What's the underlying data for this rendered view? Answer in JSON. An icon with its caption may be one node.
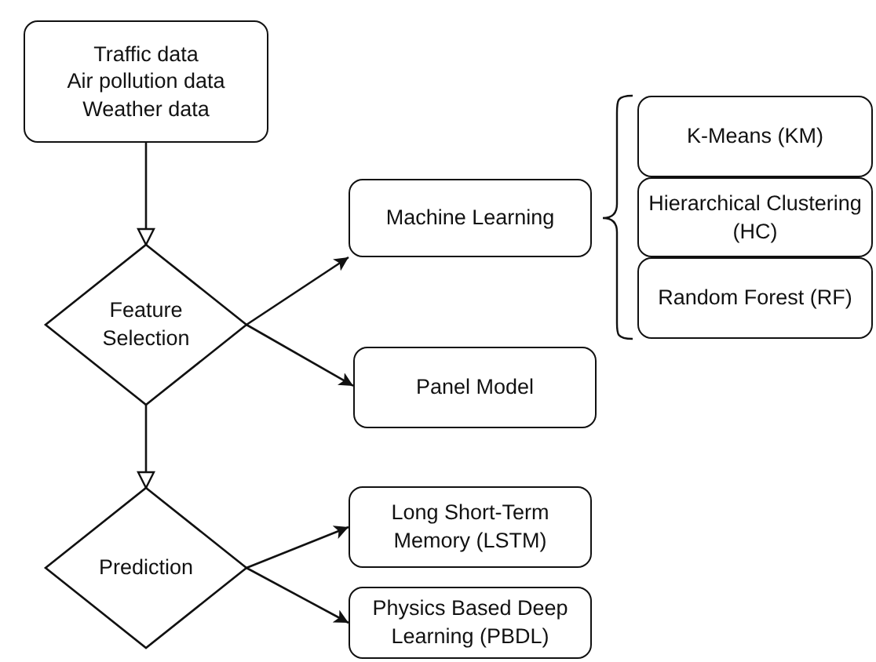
{
  "diagram": {
    "nodes": [
      {
        "text": [
          "Traffic data",
          "Air pollution data",
          "Weather data"
        ]
      },
      {
        "text": [
          "Feature Selection"
        ]
      },
      {
        "text": [
          "Machine Learning"
        ]
      },
      {
        "text": [
          "K-Means (KM)"
        ]
      },
      {
        "text": [
          "Hierarchical Clustering (HC)"
        ]
      },
      {
        "text": [
          "Random Forest (RF)"
        ]
      },
      {
        "text": [
          "Panel Model"
        ]
      },
      {
        "text": [
          "Prediction"
        ]
      },
      {
        "text": [
          "Long Short-Term Memory (LSTM)"
        ]
      },
      {
        "text": [
          "Physics Based Deep Learning (PBDL)"
        ]
      }
    ],
    "edges": [
      {
        "from": 0,
        "to": 1,
        "arrow": "to"
      },
      {
        "from": 1,
        "to": 2,
        "arrow": "to"
      },
      {
        "from": 1,
        "to": 6,
        "arrow": "to"
      },
      {
        "from": 1,
        "to": 7,
        "arrow": "to"
      },
      {
        "from": 7,
        "to": 8,
        "arrow": "to"
      },
      {
        "from": 7,
        "to": 9,
        "arrow": "to"
      }
    ]
  }
}
